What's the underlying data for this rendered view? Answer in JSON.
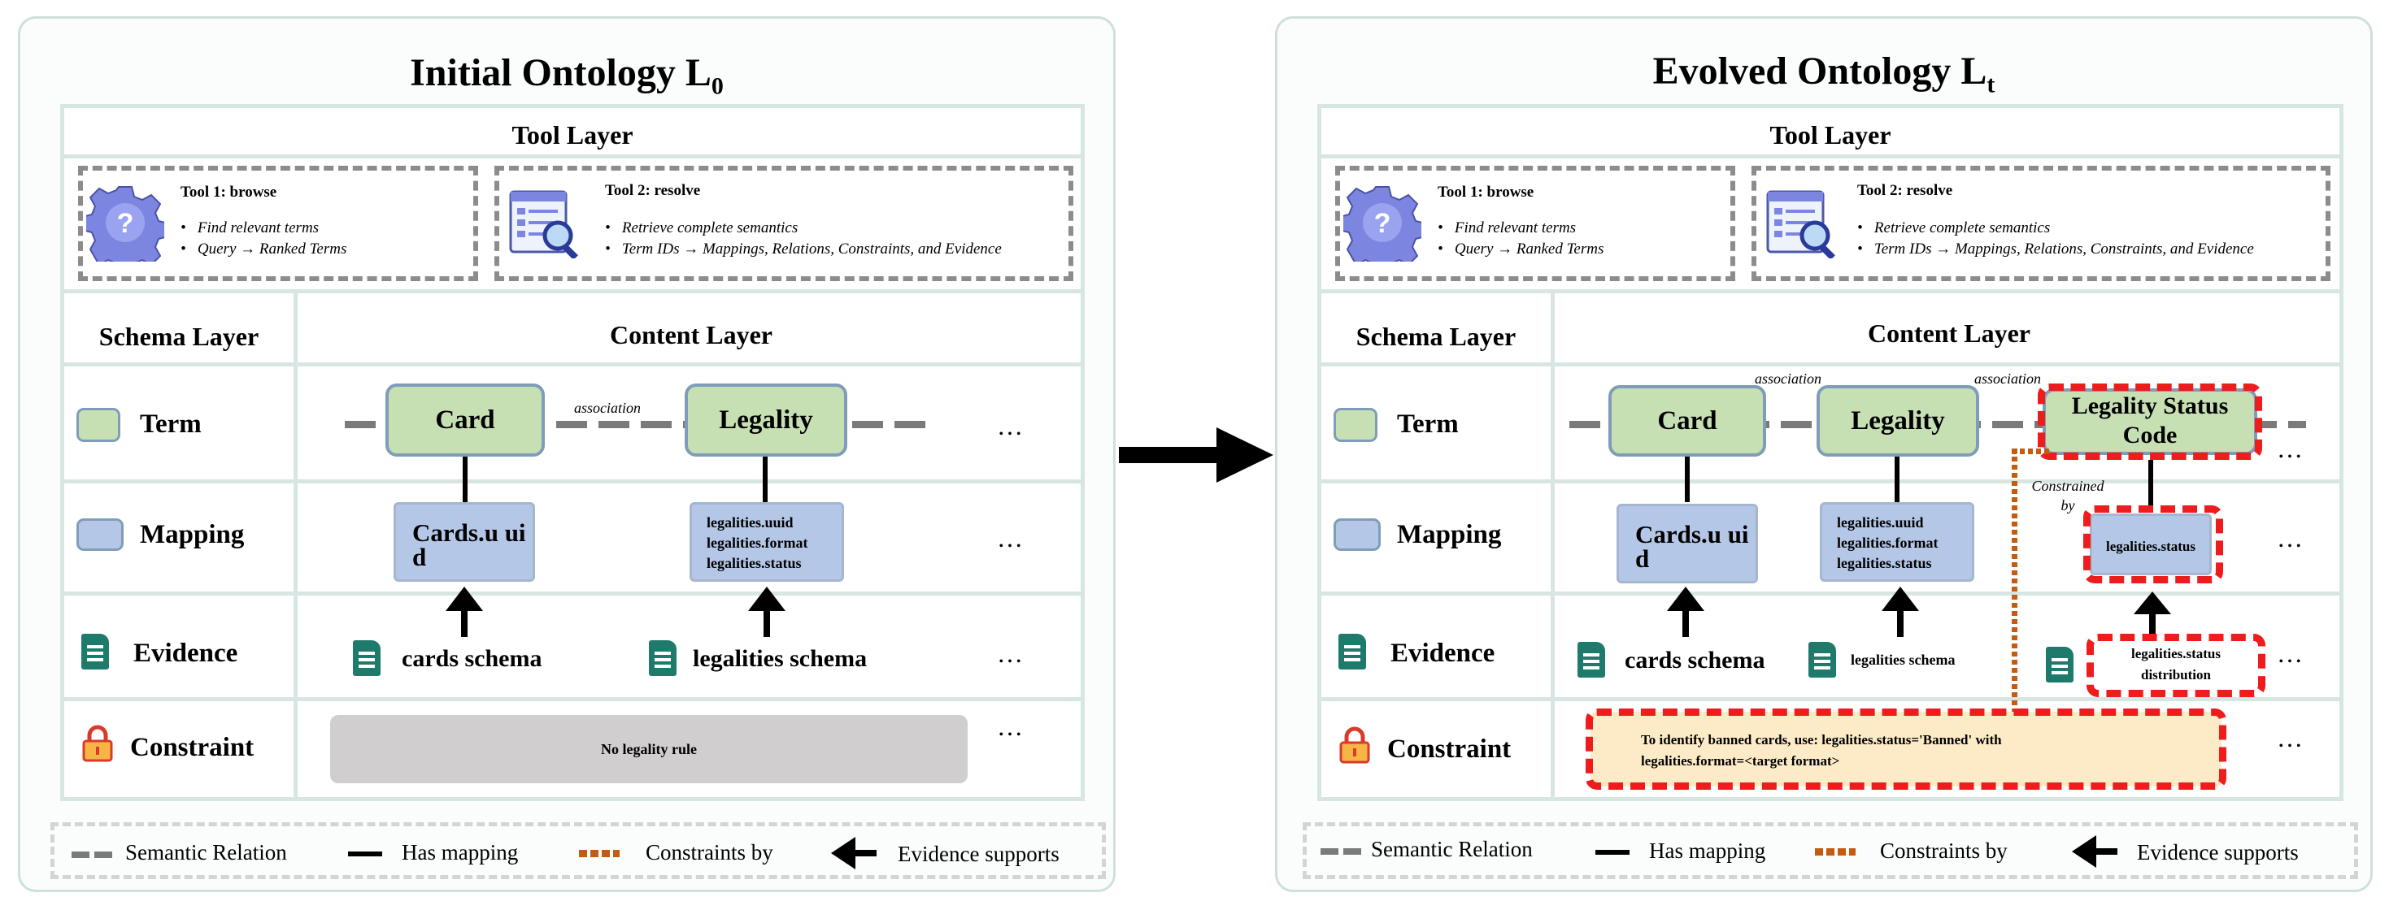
{
  "panels": [
    {
      "title_main": "Initial Ontology L",
      "title_sub": "0",
      "tool_layer": "Tool Layer",
      "tool1": {
        "title": "Tool 1: browse",
        "bullets": [
          "Find relevant terms",
          "Query → Ranked Terms"
        ]
      },
      "tool2": {
        "title": "Tool 2: resolve",
        "bullets": [
          "Retrieve complete semantics",
          "Term IDs → Mappings, Relations, Constraints, and  Evidence"
        ]
      },
      "schema_layer": "Schema Layer",
      "content_layer": "Content Layer",
      "rows": [
        "Term",
        "Mapping",
        "Evidence",
        "Constraint"
      ],
      "terms": [
        "Card",
        "Legality"
      ],
      "association": "association",
      "mapping_card": "Cards.u uid",
      "mapping_legality": [
        "legalities.uuid",
        "legalities.format",
        "legalities.status"
      ],
      "evidence": [
        "cards schema",
        "legalities schema"
      ],
      "constraint": "No legality rule",
      "ellipsis": "…"
    },
    {
      "title_main": "Evolved Ontology L",
      "title_sub": "t",
      "tool_layer": "Tool Layer",
      "tool1": {
        "title": "Tool 1: browse",
        "bullets": [
          "Find relevant terms",
          "Query → Ranked Terms"
        ]
      },
      "tool2": {
        "title": "Tool 2: resolve",
        "bullets": [
          "Retrieve complete semantics",
          "Term IDs → Mappings, Relations, Constraints, and  Evidence"
        ]
      },
      "schema_layer": "Schema Layer",
      "content_layer": "Content Layer",
      "rows": [
        "Term",
        "Mapping",
        "Evidence",
        "Constraint"
      ],
      "terms": [
        "Card",
        "Legality",
        "Legality Status Code"
      ],
      "association": "association",
      "constrained_by": "Constrained by",
      "mapping_card": "Cards.u uid",
      "mapping_legality": [
        "legalities.uuid",
        "legalities.format",
        "legalities.status"
      ],
      "mapping_status": "legalities.status",
      "evidence": [
        "cards schema",
        "legalities schema",
        "legalities.status distribution"
      ],
      "constraint": "To identify banned cards, use: legalities.status='Banned' with legalities.format=<target format>",
      "ellipsis": "…"
    }
  ],
  "legend": [
    "Semantic Relation",
    "Has mapping",
    "Constraints by",
    "Evidence supports"
  ],
  "colors": {
    "term": "#c6e0b4",
    "mapping": "#b4c7e7",
    "constraint_new": "#fdebc8",
    "constraint_empty": "#d0cece",
    "highlight": "#ee1c1c",
    "evidence_icon": "#1e7b6c",
    "constraint_line": "#c55a11"
  }
}
